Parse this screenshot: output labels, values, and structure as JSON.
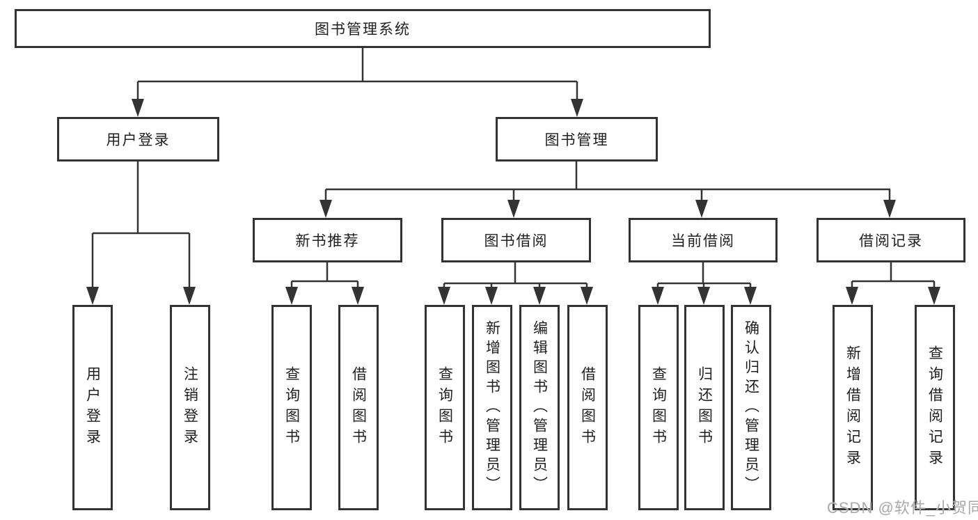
{
  "tree": {
    "root": {
      "label": "图书管理系统",
      "children": [
        {
          "label": "用户登录",
          "children": [
            {
              "label": "用户登录"
            },
            {
              "label": "注销登录"
            }
          ]
        },
        {
          "label": "图书管理",
          "children": [
            {
              "label": "新书推荐",
              "children": [
                {
                  "label": "查询图书"
                },
                {
                  "label": "借阅图书"
                }
              ]
            },
            {
              "label": "图书借阅",
              "children": [
                {
                  "label": "查询图书"
                },
                {
                  "label": "新增图书（管理员）"
                },
                {
                  "label": "编辑图书（管理员）"
                },
                {
                  "label": "借阅图书"
                }
              ]
            },
            {
              "label": "当前借阅",
              "children": [
                {
                  "label": "查询图书"
                },
                {
                  "label": "归还图书"
                },
                {
                  "label": "确认归还（管理员）"
                }
              ]
            },
            {
              "label": "借阅记录",
              "children": [
                {
                  "label": "新增借阅记录"
                },
                {
                  "label": "查询借阅记录"
                }
              ]
            }
          ]
        }
      ]
    }
  },
  "watermark": {
    "text": "CSDN @软件_小贺同学"
  },
  "colors": {
    "line": "#333333",
    "box_border": "#333333",
    "text": "#1f1f1f",
    "watermark": "#a9a9a9",
    "background": "#ffffff"
  }
}
